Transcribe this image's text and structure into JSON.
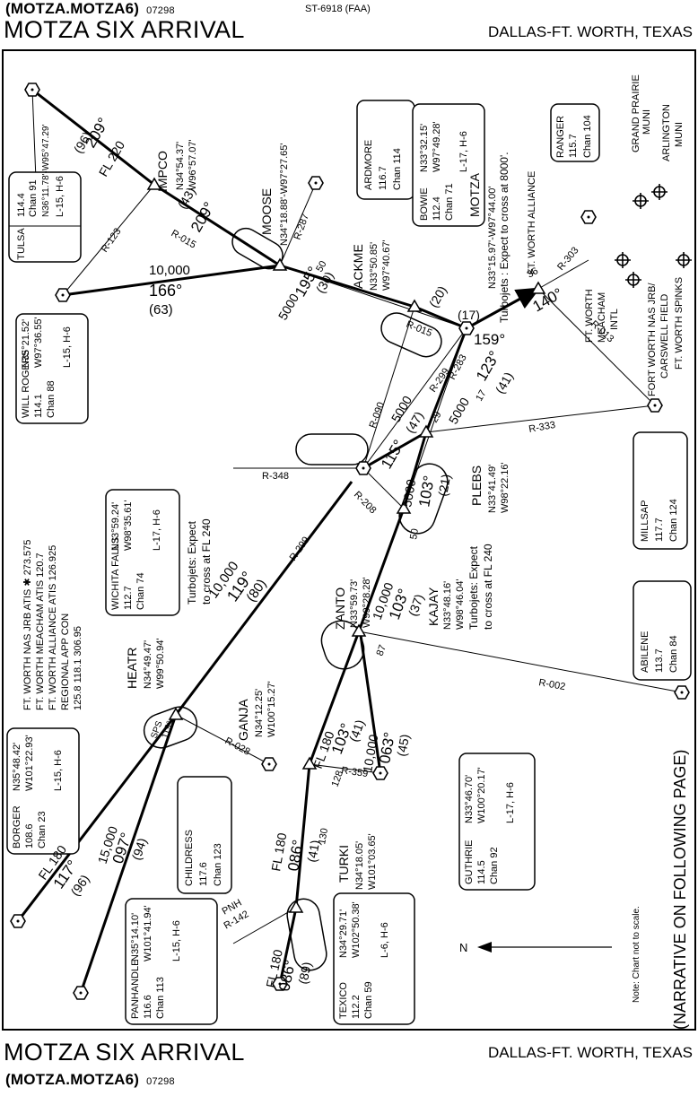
{
  "header": {
    "code": "(MOTZA.MOTZA6)",
    "revision": "07298",
    "doc_id": "ST-6918 (FAA)",
    "title": "MOTZA SIX ARRIVAL",
    "location": "DALLAS-FT. WORTH, TEXAS"
  },
  "footer": {
    "title": "MOTZA SIX ARRIVAL",
    "location": "DALLAS-FT. WORTH, TEXAS",
    "code": "(MOTZA.MOTZA6)",
    "revision": "07298"
  },
  "chart": {
    "navaids": {
      "tulsa": {
        "name": "TULSA",
        "freq": "114.4",
        "id": "TUL",
        "chan": "Chan 91",
        "coords": "N36°11.78'-W95°47.29'",
        "airways": "L-15, H-6"
      },
      "ardmore": {
        "name": "ARDMORE",
        "freq": "116.7",
        "id": "ADM",
        "chan": "Chan 114"
      },
      "bowie": {
        "name": "BOWIE",
        "freq": "112.4",
        "id": "UKW",
        "chan": "Chan 71",
        "lat": "N33°32.15'",
        "lon": "W97°49.28'",
        "airways": "L-17, H-6"
      },
      "ranger": {
        "name": "RANGER",
        "freq": "115.7",
        "id": "FUZ",
        "chan": "Chan 104"
      },
      "will_rogers": {
        "name": "WILL ROGERS",
        "freq": "114.1",
        "id": "IRW",
        "chan": "Chan 88",
        "lat": "N35°21.52'",
        "lon": "W97°36.55'",
        "airways": "L-15, H-6"
      },
      "wichita_falls": {
        "name": "WICHITA FALLS",
        "freq": "112.7",
        "id": "SPS",
        "chan": "Chan 74",
        "lat": "N33°59.24'",
        "lon": "W98°35.61'",
        "airways": "L-17, H-6"
      },
      "millsap": {
        "name": "MILLSAP",
        "freq": "117.7",
        "id": "MQP",
        "chan": "Chan 124"
      },
      "abilene": {
        "name": "ABILENE",
        "freq": "113.7",
        "id": "ABI",
        "chan": "Chan 84"
      },
      "borger": {
        "name": "BORGER",
        "freq": "108.6",
        "id": "BGD",
        "chan": "Chan 23",
        "lat": "N35°48.42'",
        "lon": "W101°22.93'",
        "airways": "L-15, H-6"
      },
      "childress": {
        "name": "CHILDRESS",
        "freq": "117.6",
        "id": "CDS",
        "chan": "Chan 123"
      },
      "guthrie": {
        "name": "GUTHRIE",
        "freq": "114.5",
        "id": "GTH",
        "chan": "Chan 92",
        "lat": "N33°46.70'",
        "lon": "W100°20.17'",
        "airways": "L-17, H-6"
      },
      "panhandle": {
        "name": "PANHANDLE",
        "freq": "116.6",
        "id": "PNH",
        "chan": "Chan 113",
        "lat": "N35°14.10'",
        "lon": "W101°41.94'",
        "airways": "L-15, H-6"
      },
      "texico": {
        "name": "TEXICO",
        "freq": "112.2",
        "id": "TXO",
        "chan": "Chan 59",
        "lat": "N34°29.71'",
        "lon": "W102°50.38'",
        "airways": "L-6, H-6"
      }
    },
    "fixes": {
      "impco": {
        "name": "IMPCO",
        "lat": "N34°54.37'",
        "lon": "W96°57.07'"
      },
      "moose": {
        "name": "MOOSE",
        "coords": "N34°18.88'-W97°27.65'"
      },
      "ackme": {
        "name": "ACKME",
        "lat": "N33°50.85'",
        "lon": "W97°40.67'"
      },
      "motza": {
        "name": "MOTZA",
        "coords": "N33°15.97'-W97°44.00'",
        "note": "Turbojets : Expect to cross at 8000'."
      },
      "plebs": {
        "name": "PLEBS",
        "lat": "N33°41.49'",
        "lon": "W98°22.16'"
      },
      "zanto": {
        "name": "ZANTO",
        "lat": "N33°59.73'",
        "lon": "W99°28.28'"
      },
      "kajay": {
        "name": "KAJAY",
        "lat": "N33°48.16'",
        "lon": "W98°46.04'",
        "note1": "Turbojets: Expect",
        "note2": "to cross at FL 240"
      },
      "heatr": {
        "name": "HEATR",
        "lat": "N34°49.47'",
        "lon": "W99°50.94'"
      },
      "ganja": {
        "name": "GANJA",
        "lat": "N34°12.25'",
        "lon": "W100°15.27'"
      },
      "turki": {
        "name": "TURKI",
        "lat": "N34°18.05'",
        "lon": "W101°03.65'"
      }
    },
    "wichita_note": [
      "Turbojets: Expect",
      "to cross at FL 240"
    ],
    "atis": [
      "FT. WORTH NAS JRB ATIS ✱ 273.575",
      "FT. WORTH MEACHAM ATIS 120.7",
      "FT. WORTH ALLIANCE ATIS 126.925",
      "REGIONAL APP CON",
      "125.8  118.1  306.95"
    ],
    "airports": {
      "grand_prairie": [
        "GRAND PRAIRIE",
        "MUNI"
      ],
      "arlington": [
        "ARLINGTON",
        "MUNI"
      ],
      "alliance": "FT. WORTH ALLIANCE",
      "meacham": [
        "FT. WORTH",
        "MEACHAM",
        "INTL"
      ],
      "nas": [
        "FORT WORTH NAS JRB/",
        "CARSWELL FIELD"
      ],
      "spinks": "FT. WORTH SPINKS"
    },
    "legs": {
      "tul_alt": "FL 220",
      "tul_crs": "209°",
      "tul_dist": "(96)",
      "impco_crs": "209°",
      "impco_dist": "(43)",
      "irw_alt": "10,000",
      "irw_crs": "166°",
      "irw_dist": "(63)",
      "moose_alt": "5000",
      "moose_crs": "195°",
      "moose_dist": "(30)",
      "moose_spd": "50",
      "ackme_dist": "(20)",
      "motza_dist": "(17)",
      "motza_crs": "159°",
      "alliance_crs": "140°",
      "alliance_spd": "36",
      "ukw_crs": "123°",
      "ukw_dist": "(41)",
      "ukw_spd": "17",
      "sps_alt": "5000",
      "sps_dist": "(47)",
      "sps_crs": "115°",
      "sps_spd": "29",
      "plebs_alt": "5000",
      "plebs_alt2": "5000",
      "plebs_crs": "103°",
      "plebs_dist": "(21)",
      "plebs_spd": "50",
      "kajay_alt": "10,000",
      "kajay_crs": "103°",
      "kajay_dist": "(37)",
      "kajay_spd": "87",
      "heatr_alt": "10,000",
      "heatr_crs": "119°",
      "heatr_dist": "(80)",
      "ganja_alt": "FL 180",
      "ganja_crs": "103°",
      "ganja_dist": "(41)",
      "ganja_spd": "128",
      "gth_alt": "10,000",
      "gth_crs": "063°",
      "gth_dist": "(45)",
      "turki_alt": "FL 180",
      "turki_crs": "086°",
      "turki_dist": "(41)",
      "turki_spd": "130",
      "bgd_alt": "FL 180",
      "bgd_crs": "117°",
      "bgd_dist": "(96)",
      "pnh_alt": "15,000",
      "pnh_crs": "097°",
      "pnh_dist": "(94)",
      "txo_alt": "FL 180",
      "txo_crs": "086°",
      "txo_dist": "(89)"
    },
    "radials": {
      "r123": "R-123",
      "r015a": "R-015",
      "r287": "R-287",
      "r015b": "R-015",
      "r299a": "R-299",
      "r283": "R-283",
      "r303": "R-303",
      "r013": "R-013",
      "r333": "R-333",
      "r090": "R-090",
      "r348": "R-348",
      "r208": "R-208",
      "r299b": "R-299",
      "r028": "R-028",
      "r359": "R-359",
      "r002": "R-002",
      "r142": "R-142",
      "pnh": "PNH",
      "sps_label": "SPS",
      "sps_r": "119°"
    },
    "north": "N",
    "note": "Note: Chart not to scale.",
    "narrative": "(NARRATIVE ON FOLLOWING PAGE)"
  }
}
